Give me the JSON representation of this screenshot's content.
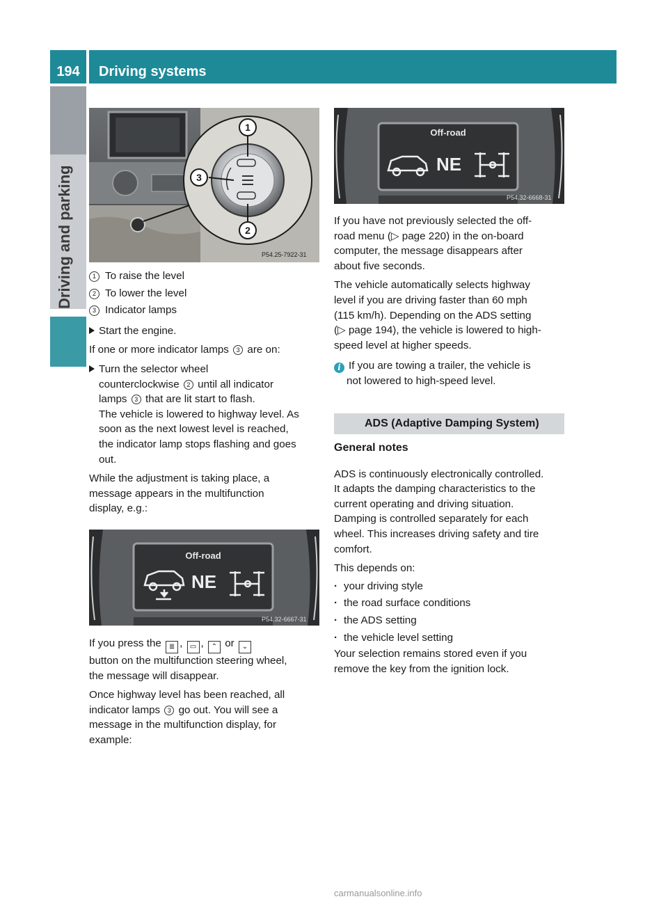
{
  "header": {
    "page_number": "194",
    "title": "Driving systems",
    "side_label": "Driving and parking"
  },
  "figures": {
    "selector": {
      "code": "P54.25-7922-31",
      "callouts": [
        "1",
        "2",
        "3"
      ]
    },
    "display1": {
      "code": "P54.32-6667-31",
      "title": "Off-road",
      "text": "NE"
    },
    "display2": {
      "code": "P54.32-6668-31",
      "title": "Off-road",
      "text": "NE"
    }
  },
  "left_column": {
    "legend": [
      {
        "num": "1",
        "text": "To raise the level"
      },
      {
        "num": "2",
        "text": "To lower the level"
      },
      {
        "num": "3",
        "text": "Indicator lamps"
      }
    ],
    "step1": "Start the engine.",
    "para1_a": "If one or more indicator lamps",
    "para1_num": "3",
    "para1_b": "are on:",
    "step2_a": "Turn the selector wheel",
    "step2_b": "counterclockwise",
    "step2_num1": "2",
    "step2_c": "until all indicator",
    "step2_d": "lamps",
    "step2_num2": "3",
    "step2_e": "that are lit start to flash.",
    "step2_result_1": "The vehicle is lowered to highway level. As",
    "step2_result_2": "soon as the next lowest level is reached,",
    "step2_result_3": "the indicator lamp stops flashing and goes",
    "step2_result_4": "out.",
    "para2_1": "While the adjustment is taking place, a",
    "para2_2": "message appears in the multifunction",
    "para2_3": "display, e.g.:",
    "para3_a": "If you press the",
    "para3_b": "or",
    "para3_c": "button on the multifunction steering wheel,",
    "para3_d": "the message will disappear.",
    "buttons": {
      "b1": "≣",
      "b2": "▭",
      "b3": "⌃",
      "b4": "⌄"
    },
    "para4_1": "Once highway level has been reached, all",
    "para4_2a": "indicator lamps",
    "para4_num": "3",
    "para4_2b": "go out. You will see a",
    "para4_3": "message in the multifunction display, for",
    "para4_4": "example:"
  },
  "right_column": {
    "para1_1": "If you have not previously selected the off-",
    "para1_2": "road menu (▷ page 220) in the on-board",
    "para1_3": "computer, the message disappears after",
    "para1_4": "about five seconds.",
    "para2_1": "The vehicle automatically selects highway",
    "para2_2": "level if you are driving faster than 60 mph",
    "para2_3": "(115 km/h). Depending on the ADS setting",
    "para2_4": "(▷ page 194), the vehicle is lowered to high-",
    "para2_5": "speed level at higher speeds.",
    "info_1": "If you are towing a trailer, the vehicle is",
    "info_2": "not lowered to high-speed level.",
    "section_title": "ADS (Adaptive Damping System)",
    "subhead": "General notes",
    "para3_1": "ADS is continuously electronically controlled.",
    "para3_2": "It adapts the damping characteristics to the",
    "para3_3": "current operating and driving situation.",
    "para3_4": "Damping is controlled separately for each",
    "para3_5": "wheel. This increases driving safety and tire",
    "para3_6": "comfort.",
    "para4": "This depends on:",
    "bullets": [
      "your driving style",
      "the road surface conditions",
      "the ADS setting",
      "the vehicle level setting"
    ],
    "para5_1": "Your selection remains stored even if you",
    "para5_2": "remove the key from the ignition lock."
  },
  "footer": {
    "watermark": "carmanualsonline.info"
  }
}
